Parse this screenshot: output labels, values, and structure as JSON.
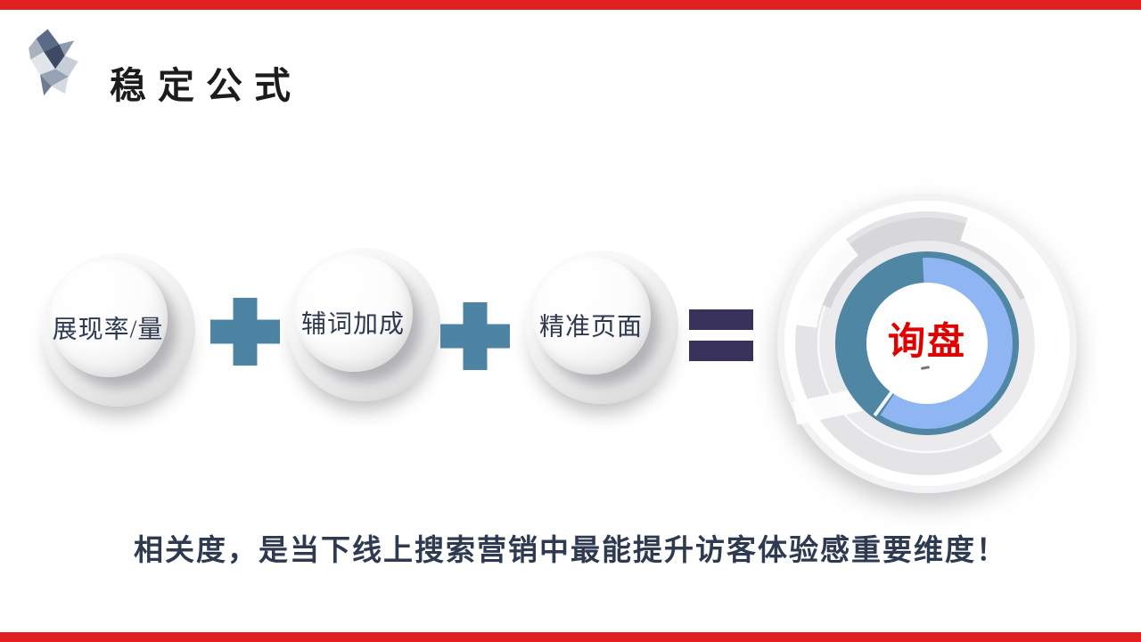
{
  "colors": {
    "accent_red": "#e01f1f",
    "title_ink": "#1c1c1c",
    "label_ink": "#2d3950",
    "plus_blue": "#4d84a4",
    "equals_navy": "#39325a",
    "ring_teal": "#4e86a4",
    "ring_blue": "#8fb6f2",
    "result_red": "#e10000",
    "footer_ink": "#2e3a50"
  },
  "header": {
    "title": "稳定公式",
    "logo": "crystal-logo"
  },
  "formula": {
    "terms": [
      "展现率/量",
      "辅词加成",
      "精准页面"
    ],
    "operators": {
      "plus": "+",
      "equals": "="
    },
    "result": "询盘"
  },
  "footer": {
    "message": "相关度，是当下线上搜索营销中最能提升访客体验感重要维度！"
  }
}
